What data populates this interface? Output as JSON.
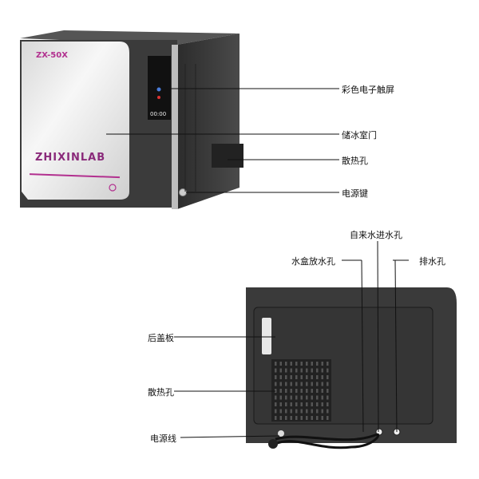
{
  "front_view": {
    "brand": "ZHIXINLAB",
    "model": "ZX-50X",
    "callouts": [
      "彩色电子触屏",
      "储冰室门",
      "散热孔",
      "电源键"
    ],
    "display_time": "00:00"
  },
  "back_view": {
    "callouts_left": [
      "后盖板",
      "散热孔",
      "电源线"
    ],
    "callouts_top": [
      "水盒放水孔",
      "自来水进水孔",
      "排水孔"
    ]
  },
  "colors": {
    "accent": "#b2308f",
    "body": "#3a3a3a",
    "door": "#e6e6e6"
  }
}
